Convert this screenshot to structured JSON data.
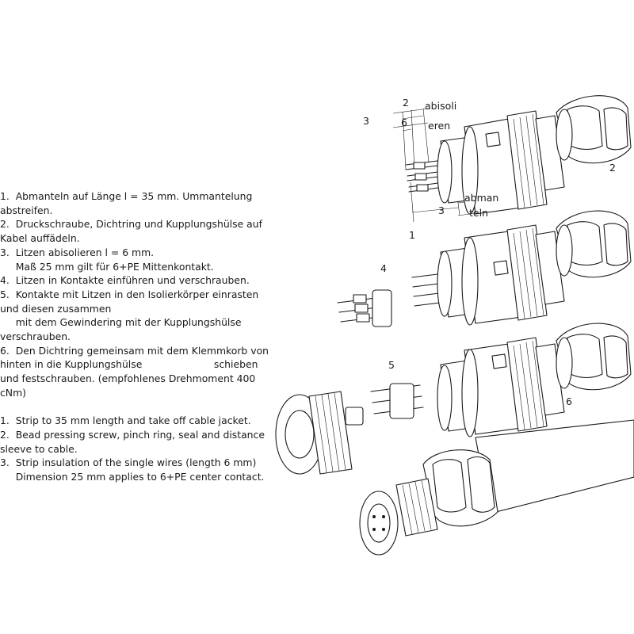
{
  "instructions_de": [
    "1.  Abmanteln auf Länge l = 35 mm. Ummantelung",
    "abstreifen.",
    "2.  Druckschraube, Dichtring und Kupplungshülse auf",
    "Kabel auffädeln.",
    "3.  Litzen abisolieren l = 6 mm.",
    "     Maß 25 mm gilt für 6+PE Mittenkontakt.",
    "4.  Litzen in Kontakte einführen und verschrauben.",
    "5.  Kontakte mit Litzen in den Isolierkörper einrasten",
    "und diesen zusammen",
    "     mit dem Gewindering mit der Kupplungshülse",
    "verschrauben.",
    "6.  Den Dichtring gemeinsam mit dem Klemmkorb von",
    "hinten in die Kupplungshülse                       schieben",
    "und festschrauben. (empfohlenes Drehmoment 400",
    "cNm)"
  ],
  "instructions_en": [
    "1.  Strip to 35 mm length and take off cable jacket.",
    "2.  Bead pressing screw, pinch ring, seal and distance",
    "sleeve to cable.",
    "3.  Strip insulation of the single wires (length 6 mm)",
    "     Dimension 25 mm applies to 6+PE center contact."
  ],
  "diagram": {
    "dim_3_top": "3",
    "dim_2": "2",
    "dim_6": "6",
    "abisolieren_1": "abisoli",
    "abisolieren_2": "eren",
    "dim_3_bottom": "3",
    "abmanteln_1": "abman",
    "abmanteln_2": "teln",
    "step_1": "1",
    "step_2": "2",
    "step_4": "4",
    "step_5": "5",
    "step_6": "6"
  }
}
